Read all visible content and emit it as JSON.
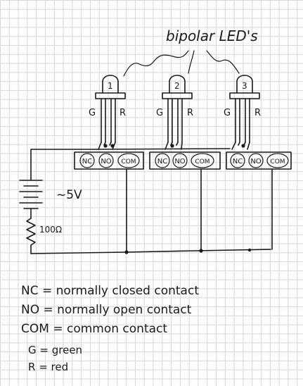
{
  "title": "bipolar LED's",
  "leds": [
    {
      "number": "1",
      "left_lead": "G",
      "right_lead": "R"
    },
    {
      "number": "2",
      "left_lead": "G",
      "right_lead": "R"
    },
    {
      "number": "3",
      "left_lead": "G",
      "right_lead": "R"
    }
  ],
  "relay_terminals": [
    "NC",
    "NO",
    "COM"
  ],
  "battery_label": "~5V",
  "resistor_label": "100Ω",
  "legend": [
    "NC = normally closed contact",
    "NO = normally open contact",
    "COM = common contact",
    "G = green",
    "R = red"
  ],
  "colors": {
    "ink": "#1a1a1a",
    "grid": "#d6d8dc",
    "paper": "#fdfdfc"
  }
}
